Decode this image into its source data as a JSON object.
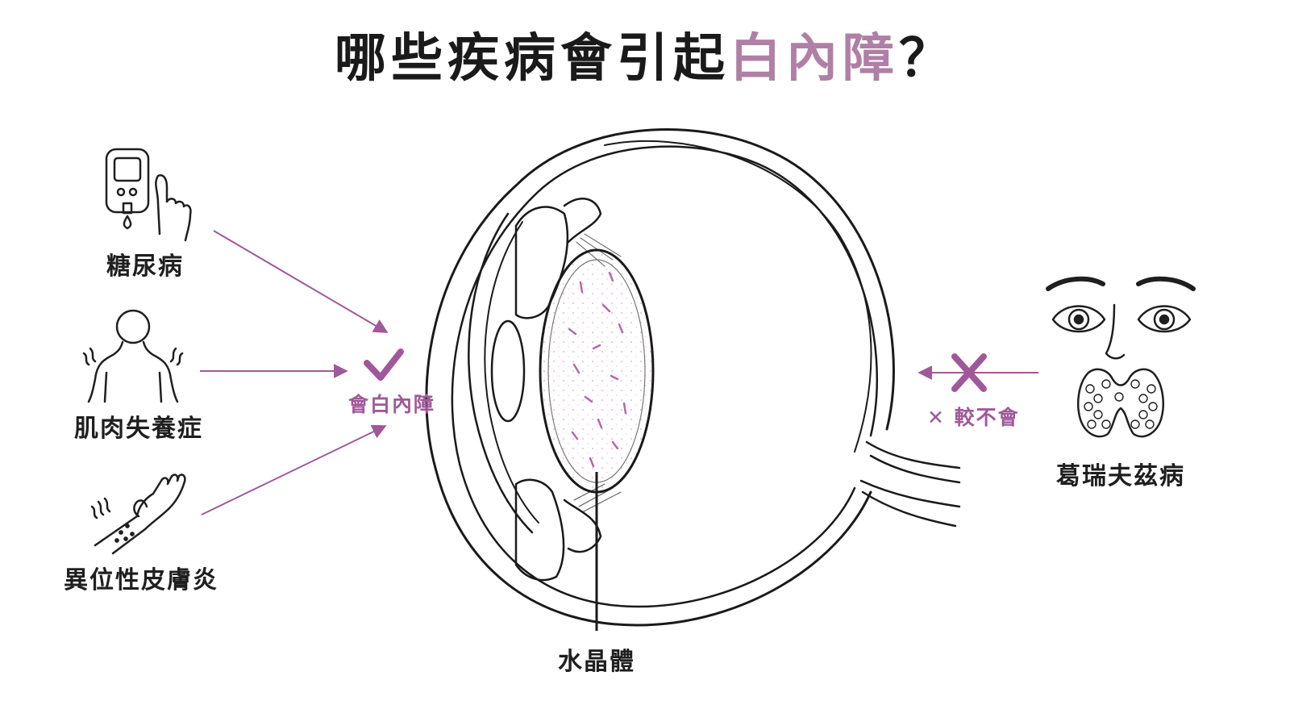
{
  "title": {
    "prefix": "哪些疾病會引起",
    "highlight": "白內障",
    "suffix": "？"
  },
  "causes": [
    {
      "label": "糖尿病",
      "icon": "glucose-meter-icon"
    },
    {
      "label": "肌肉失養症",
      "icon": "body-tremor-icon"
    },
    {
      "label": "異位性皮膚炎",
      "icon": "itchy-arm-icon"
    }
  ],
  "will_cause_label": "會白內障",
  "less_likely": {
    "label": "較不會",
    "condition": "葛瑞夫茲病",
    "icon": "bulging-eyes-thyroid-icon"
  },
  "lens_label": "水晶體",
  "colors": {
    "accent": "#a0589a",
    "title_accent": "#b07fa6",
    "line": "#1a1a1a"
  }
}
